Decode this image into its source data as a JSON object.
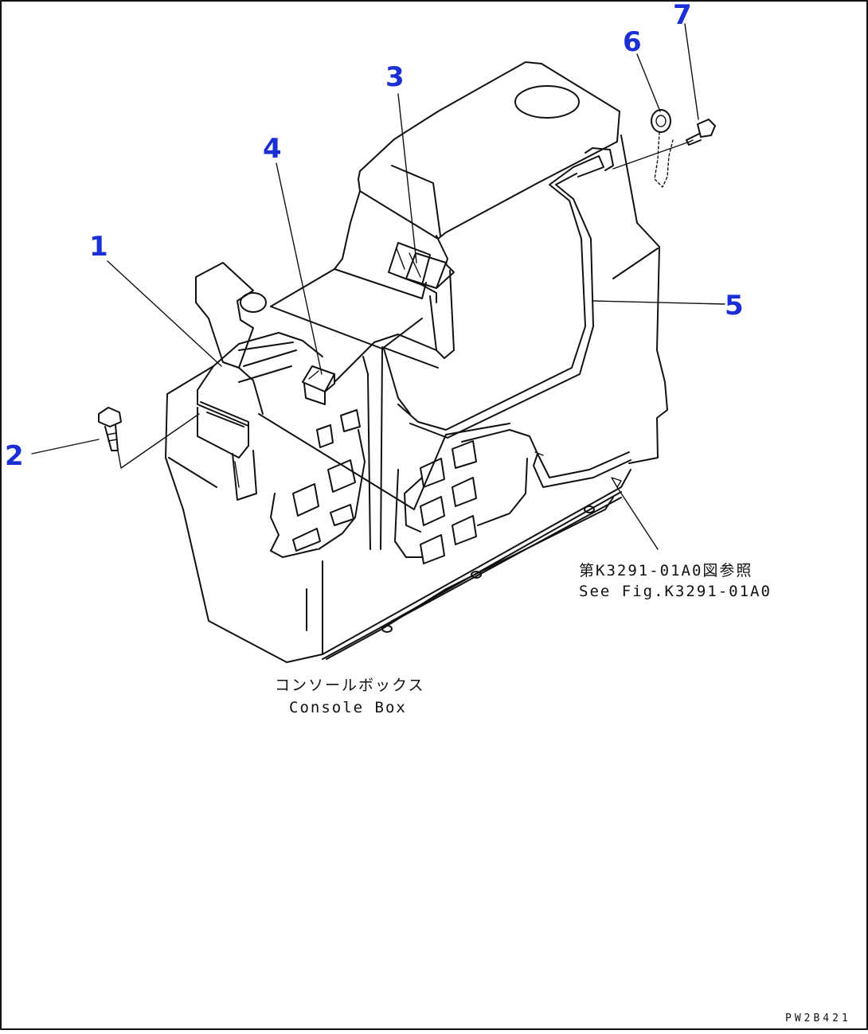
{
  "callouts": {
    "c1": "1",
    "c2": "2",
    "c3": "3",
    "c4": "4",
    "c5": "5",
    "c6": "6",
    "c7": "7"
  },
  "labels": {
    "console_jp": "コンソールボックス",
    "console_en": "Console Box",
    "ref_jp": "第K3291-01A0図参照",
    "ref_en": "See Fig.K3291-01A0"
  },
  "drawing_code": "PW2B421",
  "colors": {
    "callout": "#1a2fd6",
    "line": "#111111",
    "background": "#ffffff"
  }
}
